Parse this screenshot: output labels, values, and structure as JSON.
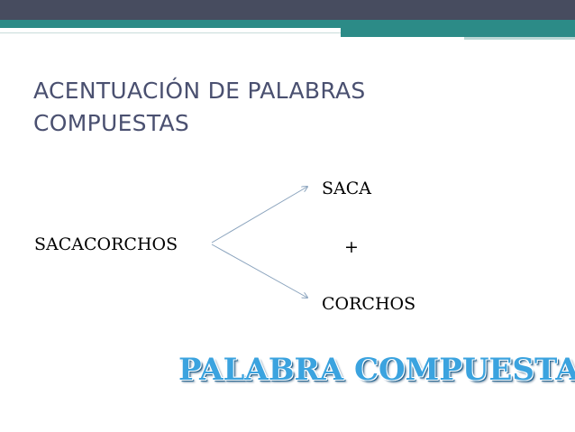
{
  "slide": {
    "title": "ACENTUACIÓN DE PALABRAS\nCOMPUESTAS",
    "compound_word": "SACACORCHOS",
    "part_one": "SACA",
    "plus_sign": "+",
    "part_two": "CORCHOS",
    "banner": "PALABRA COMPUESTA"
  },
  "colors": {
    "header_dark": "#474c5f",
    "header_teal": "#2c8b87",
    "title_text": "#4a5070",
    "banner_fill": "#3ba3df",
    "arrow": "#8aa3bd"
  }
}
